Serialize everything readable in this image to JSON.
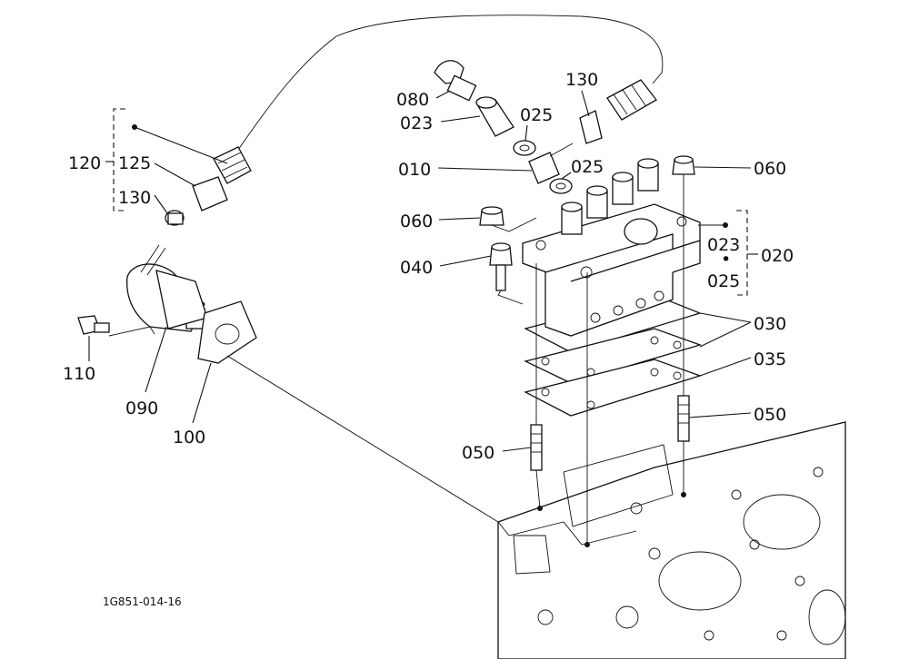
{
  "labels": {
    "p080": "080",
    "p023a": "023",
    "p025a": "025",
    "p130a": "130",
    "p010": "010",
    "p025b": "025",
    "p060a": "060",
    "p060b": "060",
    "p040": "040",
    "p023b": "023",
    "p025c": "025",
    "p020": "020",
    "p030": "030",
    "p035": "035",
    "p050a": "050",
    "p050b": "050",
    "p120": "120",
    "p125": "125",
    "p130b": "130",
    "p110": "110",
    "p090": "090",
    "p100": "100"
  },
  "separator_dot": "•",
  "drawing_code": "1G851-014-16"
}
